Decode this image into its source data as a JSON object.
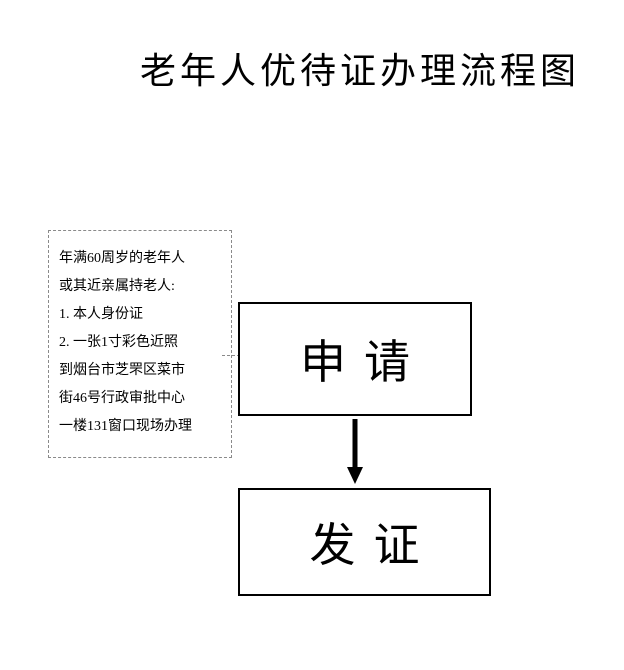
{
  "title": "老年人优待证办理流程图",
  "note": {
    "lines": [
      "年满60周岁的老年人",
      "或其近亲属持老人:",
      "1.  本人身份证",
      "2.  一张1寸彩色近照",
      "到烟台市芝罘区菜市",
      "街46号行政审批中心",
      "一楼131窗口现场办理"
    ]
  },
  "flow": {
    "apply_label": "申请",
    "issue_label": "发证"
  },
  "colors": {
    "box_border": "#000000",
    "note_border": "#8a8a8a",
    "background": "#ffffff",
    "text": "#000000"
  }
}
